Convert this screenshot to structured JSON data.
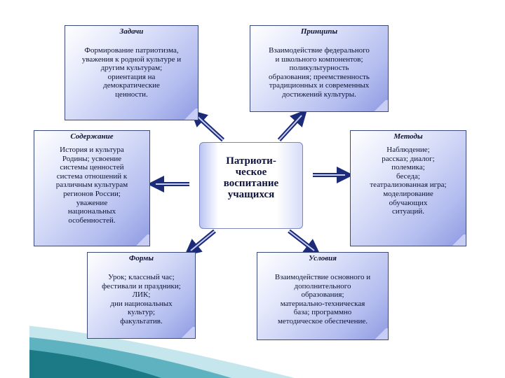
{
  "center": {
    "lines": [
      "Патриоти-",
      "ческое",
      "воспитание",
      "учащихся"
    ]
  },
  "boxes": {
    "tasks": {
      "title": "Задачи",
      "lines": [
        "Формирование патриотизма,",
        "уважения к родной культуре и",
        "другим культурам;",
        "ориентация на",
        "демократические",
        "ценности."
      ]
    },
    "principles": {
      "title": "Принципы",
      "lines": [
        "Взаимодействие федерального",
        "и школьного компонентов;",
        "поликультурность",
        "образования; преемственность",
        "традиционных и современных",
        "достижений культуры."
      ]
    },
    "content": {
      "title": "Содержание",
      "lines": [
        "История и культура",
        "Родины; усвоение",
        "системы ценностей",
        "система отношений к",
        "различным культурам",
        "регионов России;",
        "уважение",
        "национальных",
        "особенностей."
      ]
    },
    "methods": {
      "title": "Методы",
      "lines": [
        "Наблюдение;",
        "рассказ; диалог;",
        "полемика;",
        "беседа;",
        "театрализованная игра;",
        "моделирование",
        "обучающих",
        "ситуаций."
      ]
    },
    "forms": {
      "title": "Формы",
      "lines": [
        "Урок; классный час;",
        "фестивали и праздники;",
        "ЛИК;",
        "дни национальных",
        "культур;",
        "факультатив."
      ]
    },
    "conditions": {
      "title": "Условия",
      "lines": [
        "Взаимодействие основного и",
        "дополнительного",
        "образования;",
        "материально-техническая",
        "база; программно",
        "методическое обеспечение."
      ]
    }
  },
  "colors": {
    "arrow": "#1c2a7a",
    "box_border": "#3a4a7a",
    "deco_dark": "#1b7a86",
    "deco_light": "#9fd3dc"
  }
}
